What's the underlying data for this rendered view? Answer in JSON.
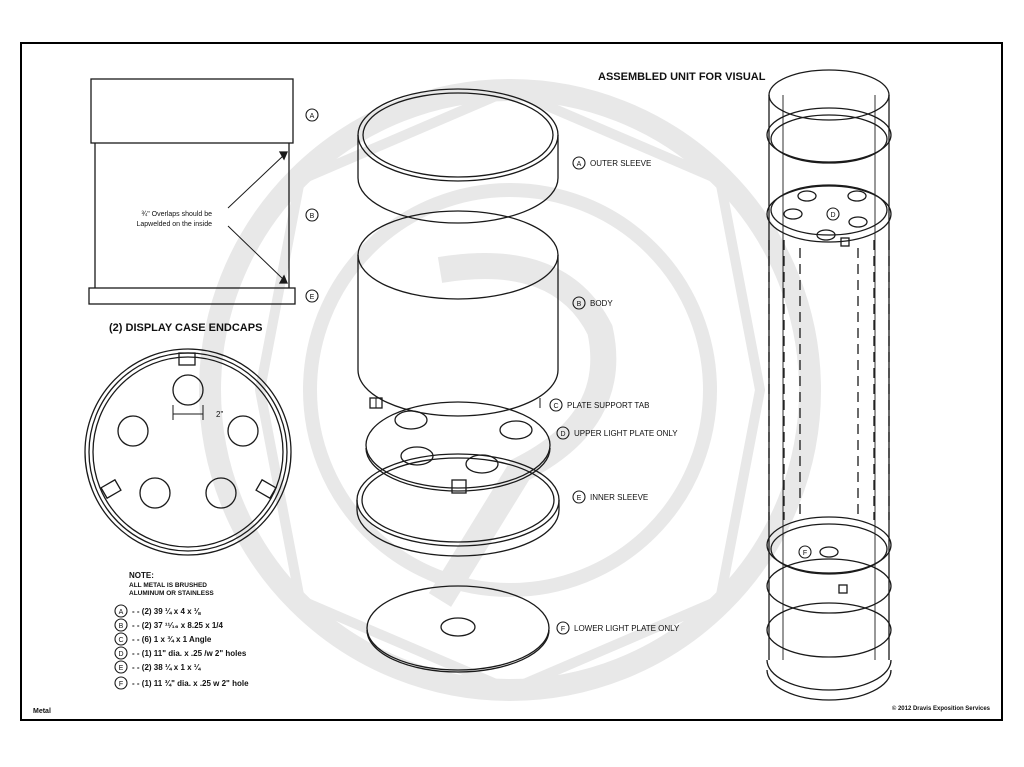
{
  "title": "ASSEMBLED UNIT FOR VISUAL",
  "endcaps_title": "(2) DISPLAY CASE  ENDCAPS",
  "overlap_note": {
    "line1": "¾\" Overlaps should be",
    "line2": "Lapwelded on the inside"
  },
  "dimension_label": "2\"",
  "letters": {
    "a": "A",
    "b": "B",
    "c": "C",
    "d": "D",
    "e": "E",
    "f": "F"
  },
  "parts": {
    "a": "OUTER SLEEVE",
    "b": "BODY",
    "c": "PLATE SUPPORT TAB",
    "d": "UPPER LIGHT PLATE ONLY",
    "e": "INNER SLEEVE",
    "f": "LOWER LIGHT PLATE ONLY"
  },
  "note": {
    "heading": "NOTE:",
    "line1": "ALL METAL IS BRUSHED",
    "line2": "ALUMINUM OR STAINLESS"
  },
  "bom": [
    "- - (2) 39 ¼ x 4 x ⅛",
    "- - (2) 37 ¹¹⁄₁₆ x 8.25 x 1/4",
    "- - (6) 1 x ¾ x 1 Angle",
    "- - (1) 11\" dia. x .25 /w 2\" holes",
    "- - (2) 38 ¼ x 1 x ¼",
    "- - (1) 11 ¾\" dia. x .25 w 2\" hole"
  ],
  "footer_left": "Metal",
  "footer_right": "© 2012 Dravis Exposition Services",
  "colors": {
    "line": "#1a1a1a",
    "watermark": "#ececec",
    "border": "#000000"
  }
}
